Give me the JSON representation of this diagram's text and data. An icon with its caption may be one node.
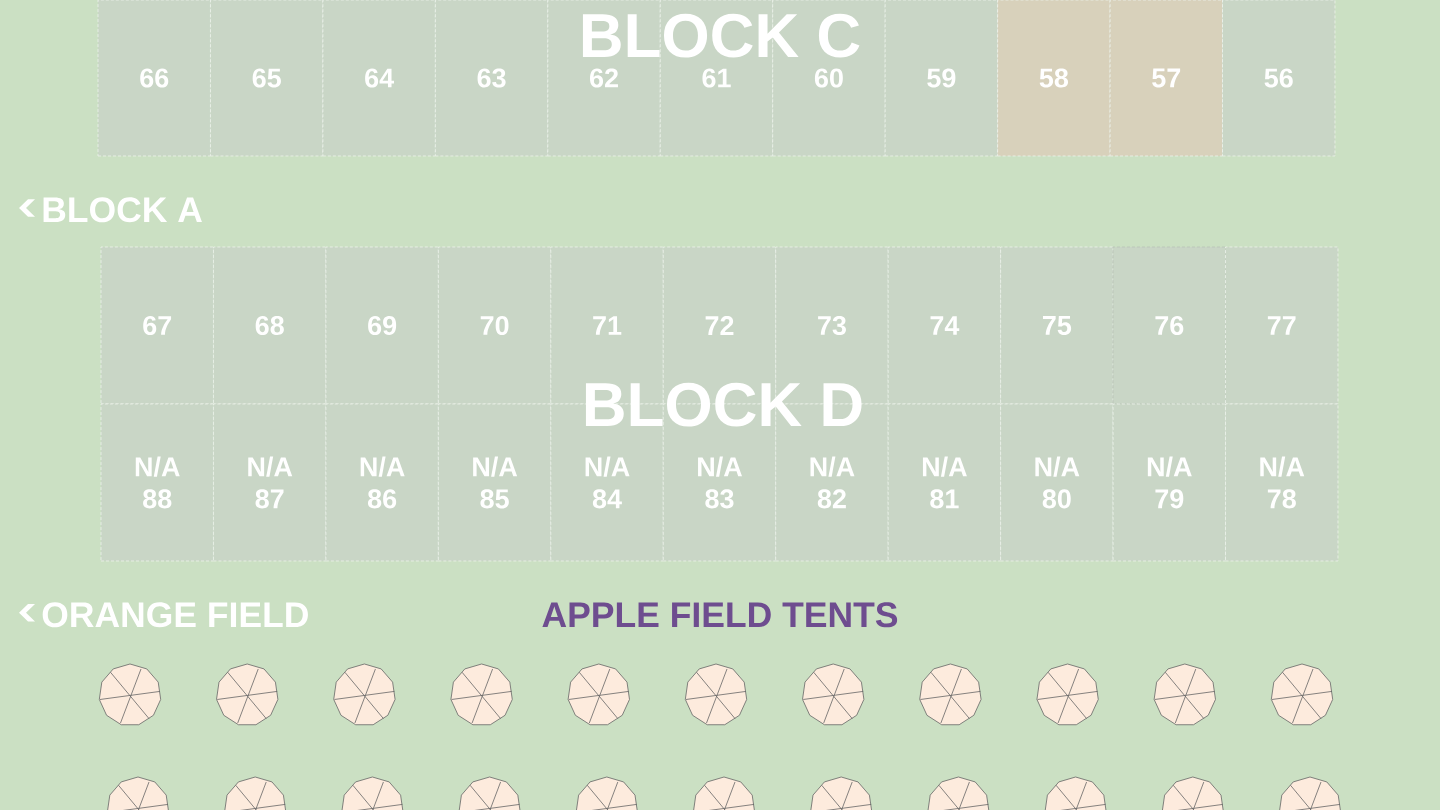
{
  "diagram": {
    "nodes": [
      {
        "text": [
          "BLOCK C"
        ]
      },
      {
        "text": [
          "66"
        ]
      },
      {
        "text": [
          "65"
        ]
      },
      {
        "text": [
          "64"
        ]
      },
      {
        "text": [
          "63"
        ]
      },
      {
        "text": [
          "62"
        ]
      },
      {
        "text": [
          "61"
        ]
      },
      {
        "text": [
          "60"
        ]
      },
      {
        "text": [
          "59"
        ]
      },
      {
        "text": [
          "58"
        ]
      },
      {
        "text": [
          "57"
        ]
      },
      {
        "text": [
          "56"
        ]
      },
      {
        "text": [
          "BLOCK D"
        ]
      },
      {
        "text": [
          "67"
        ]
      },
      {
        "text": [
          "68"
        ]
      },
      {
        "text": [
          "69"
        ]
      },
      {
        "text": [
          "70"
        ]
      },
      {
        "text": [
          "71"
        ]
      },
      {
        "text": [
          "72"
        ]
      },
      {
        "text": [
          "73"
        ]
      },
      {
        "text": [
          "74"
        ]
      },
      {
        "text": [
          "75"
        ]
      },
      {
        "text": [
          "76"
        ]
      },
      {
        "text": [
          "77"
        ]
      },
      {
        "text": [
          "N/A",
          "88"
        ]
      },
      {
        "text": [
          "N/A",
          "87"
        ]
      },
      {
        "text": [
          "N/A",
          "86"
        ]
      },
      {
        "text": [
          "N/A",
          "85"
        ]
      },
      {
        "text": [
          "N/A",
          "84"
        ]
      },
      {
        "text": [
          "N/A",
          "83"
        ]
      },
      {
        "text": [
          "N/A",
          "82"
        ]
      },
      {
        "text": [
          "N/A",
          "81"
        ]
      },
      {
        "text": [
          "N/A",
          "80"
        ]
      },
      {
        "text": [
          "N/A",
          "79"
        ]
      },
      {
        "text": [
          "N/A",
          "78"
        ]
      },
      {
        "text": [],
        "shape": "circle"
      },
      {
        "text": [],
        "shape": "circle"
      },
      {
        "text": [],
        "shape": "circle"
      },
      {
        "text": [],
        "shape": "circle"
      },
      {
        "text": [],
        "shape": "circle"
      },
      {
        "text": [],
        "shape": "circle"
      },
      {
        "text": [],
        "shape": "circle"
      },
      {
        "text": [],
        "shape": "circle"
      },
      {
        "text": [],
        "shape": "circle"
      },
      {
        "text": [],
        "shape": "circle"
      },
      {
        "text": [],
        "shape": "circle"
      },
      {
        "text": [],
        "shape": "circle"
      },
      {
        "text": [],
        "shape": "circle"
      },
      {
        "text": [],
        "shape": "circle"
      },
      {
        "text": [],
        "shape": "circle"
      },
      {
        "text": [],
        "shape": "circle"
      },
      {
        "text": [],
        "shape": "circle"
      },
      {
        "text": [],
        "shape": "circle"
      },
      {
        "text": [],
        "shape": "circle"
      },
      {
        "text": [],
        "shape": "circle"
      },
      {
        "text": [],
        "shape": "circle"
      },
      {
        "text": [],
        "shape": "circle"
      }
    ],
    "labels": [
      "BLOCK A",
      "ORANGE FIELD",
      "APPLE FIELD TENTS"
    ]
  }
}
